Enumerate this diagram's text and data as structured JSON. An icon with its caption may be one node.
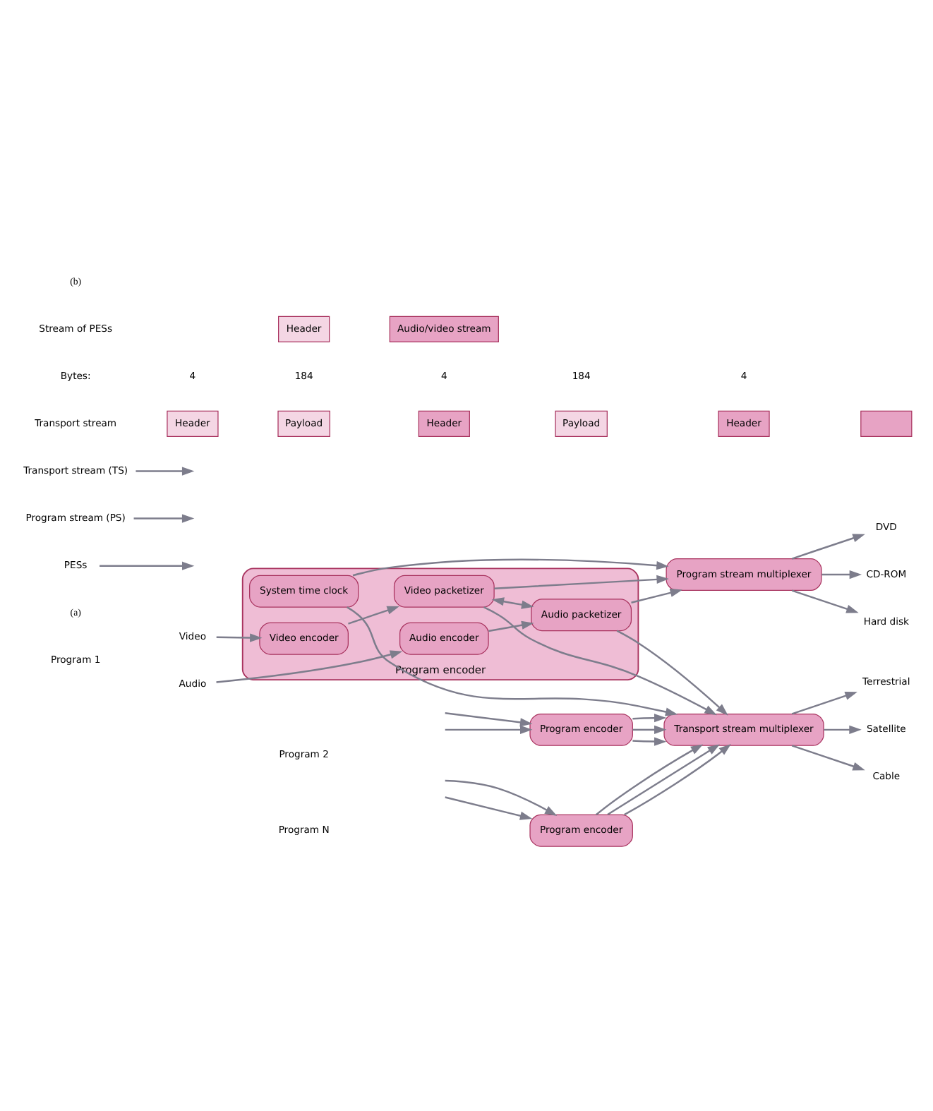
{
  "diagram": {
    "nodes": [
      {
        "text": [
          "Program encoder"
        ]
      },
      {
        "text": [
          "Video encoder"
        ],
        "in": 0
      },
      {
        "text": [
          "Video packetizer"
        ],
        "in": 0
      },
      {
        "text": [
          "System time clock"
        ],
        "in": 0
      },
      {
        "text": [
          "Audio encoder"
        ],
        "in": 0
      },
      {
        "text": [
          "Audio packetizer"
        ],
        "in": 0
      },
      {
        "text": [
          "Video"
        ]
      },
      {
        "text": [
          "Audio"
        ]
      },
      {
        "text": [
          "Program stream multiplexer"
        ]
      },
      {
        "text": [
          "Transport stream multiplexer"
        ]
      },
      {
        "text": [
          "PESs"
        ]
      },
      {
        "text": [
          "Program stream (PS)"
        ]
      },
      {
        "text": [
          "CD-ROM"
        ]
      },
      {
        "text": [
          "Hard disk"
        ]
      },
      {
        "text": [
          "DVD"
        ]
      },
      {
        "text": [
          "Program encoder"
        ]
      },
      {
        "text": [
          "Program encoder"
        ]
      },
      {
        "text": [
          "Satellite"
        ]
      },
      {
        "text": [
          "Cable"
        ]
      },
      {
        "text": [
          "Terrestrial"
        ]
      },
      {
        "text": [
          "Transport stream (TS)"
        ]
      },
      {
        "text": [
          "Header"
        ]
      },
      {
        "text": [
          "Audio/video stream"
        ]
      },
      {
        "text": [
          "Header"
        ]
      },
      {
        "text": [
          "Payload"
        ]
      },
      {
        "text": [
          "Header"
        ]
      },
      {
        "text": [
          "Payload"
        ]
      },
      {
        "text": [
          "Header"
        ]
      },
      {
        "text": [],
        "shape": "box"
      }
    ],
    "edges": [
      {
        "from": 6,
        "to": 1,
        "arrow": "to"
      },
      {
        "from": 1,
        "to": 2,
        "arrow": "to"
      },
      {
        "from": 7,
        "to": 4,
        "arrow": "to"
      },
      {
        "from": 4,
        "to": 5,
        "arrow": "to"
      },
      {
        "from": 2,
        "to": 5,
        "arrow": "both"
      },
      {
        "from": 2,
        "to": 8,
        "arrow": "to"
      },
      {
        "from": 3,
        "to": 8,
        "arrow": "to"
      },
      {
        "from": 5,
        "to": 8,
        "arrow": "to"
      },
      {
        "from": 2,
        "to": 9,
        "arrow": "to"
      },
      {
        "from": 3,
        "to": 9,
        "arrow": "to"
      },
      {
        "from": 5,
        "to": 9,
        "arrow": "to"
      },
      {
        "from": 10,
        "to": null,
        "arrow": "to"
      },
      {
        "from": 11,
        "to": null,
        "arrow": "to"
      },
      {
        "from": 8,
        "to": 12,
        "arrow": "to"
      },
      {
        "from": 8,
        "to": 13,
        "arrow": "to"
      },
      {
        "from": 8,
        "to": 14,
        "arrow": "to"
      },
      {
        "from": null,
        "to": 15,
        "arrow": "to"
      },
      {
        "from": null,
        "to": 15,
        "arrow": "to"
      },
      {
        "from": 15,
        "to": 9,
        "arrow": "to"
      },
      {
        "from": 15,
        "to": 9,
        "arrow": "to"
      },
      {
        "from": 15,
        "to": 9,
        "arrow": "to"
      },
      {
        "from": null,
        "to": 16,
        "arrow": "to"
      },
      {
        "from": null,
        "to": 16,
        "arrow": "to"
      },
      {
        "from": 16,
        "to": 9,
        "arrow": "to"
      },
      {
        "from": 16,
        "to": 9,
        "arrow": "to"
      },
      {
        "from": 16,
        "to": 9,
        "arrow": "to"
      },
      {
        "from": 9,
        "to": 17,
        "arrow": "to"
      },
      {
        "from": 9,
        "to": 18,
        "arrow": "to"
      },
      {
        "from": 9,
        "to": 19,
        "arrow": "to"
      },
      {
        "from": 20,
        "to": null,
        "arrow": "to"
      }
    ],
    "labels": [
      "(a)",
      "Program 1",
      "Program 2",
      "Program N",
      "(b)",
      "Stream of PESs",
      "Bytes:",
      "4",
      "184",
      "4",
      "184",
      "4",
      "Transport stream"
    ]
  }
}
